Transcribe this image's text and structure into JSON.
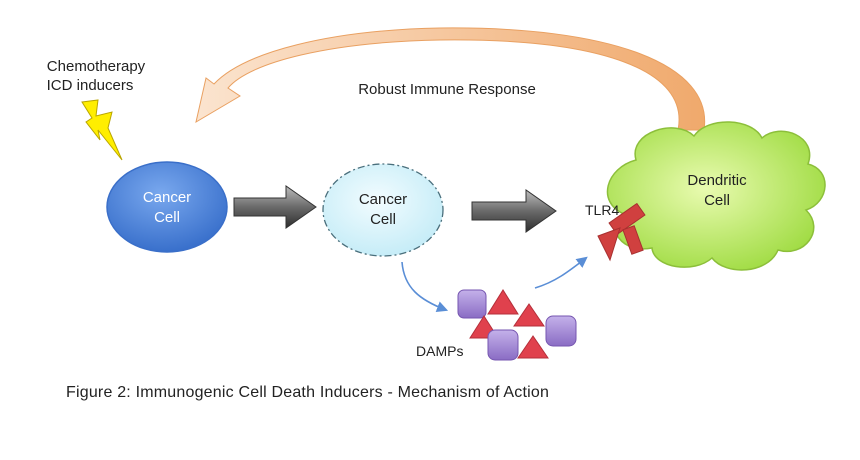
{
  "inducer": {
    "line1": "Chemotherapy",
    "line2": "ICD inducers"
  },
  "response_label": "Robust Immune Response",
  "cancer_cell_1": {
    "line1": "Cancer",
    "line2": "Cell"
  },
  "cancer_cell_2": {
    "line1": "Cancer",
    "line2": "Cell"
  },
  "dendritic_cell": {
    "line1": "Dendritic",
    "line2": "Cell"
  },
  "receptor_label": "TLR4",
  "damps_label": "DAMPs",
  "caption": "Figure 2: Immunogenic Cell Death Inducers - Mechanism of Action",
  "colors": {
    "cancer_cell_fill": "#3d78d8",
    "dying_cell_fill": "#d3f3fb",
    "dendritic_fill": "#b6e84a",
    "response_arrow": "#f3b47b",
    "lightning": "#ffee00",
    "damp_square": "#a58ad6",
    "damp_triangle": "#e0414d",
    "receptor": "#d0403f",
    "flow_arrow": "#5a8ed6"
  }
}
